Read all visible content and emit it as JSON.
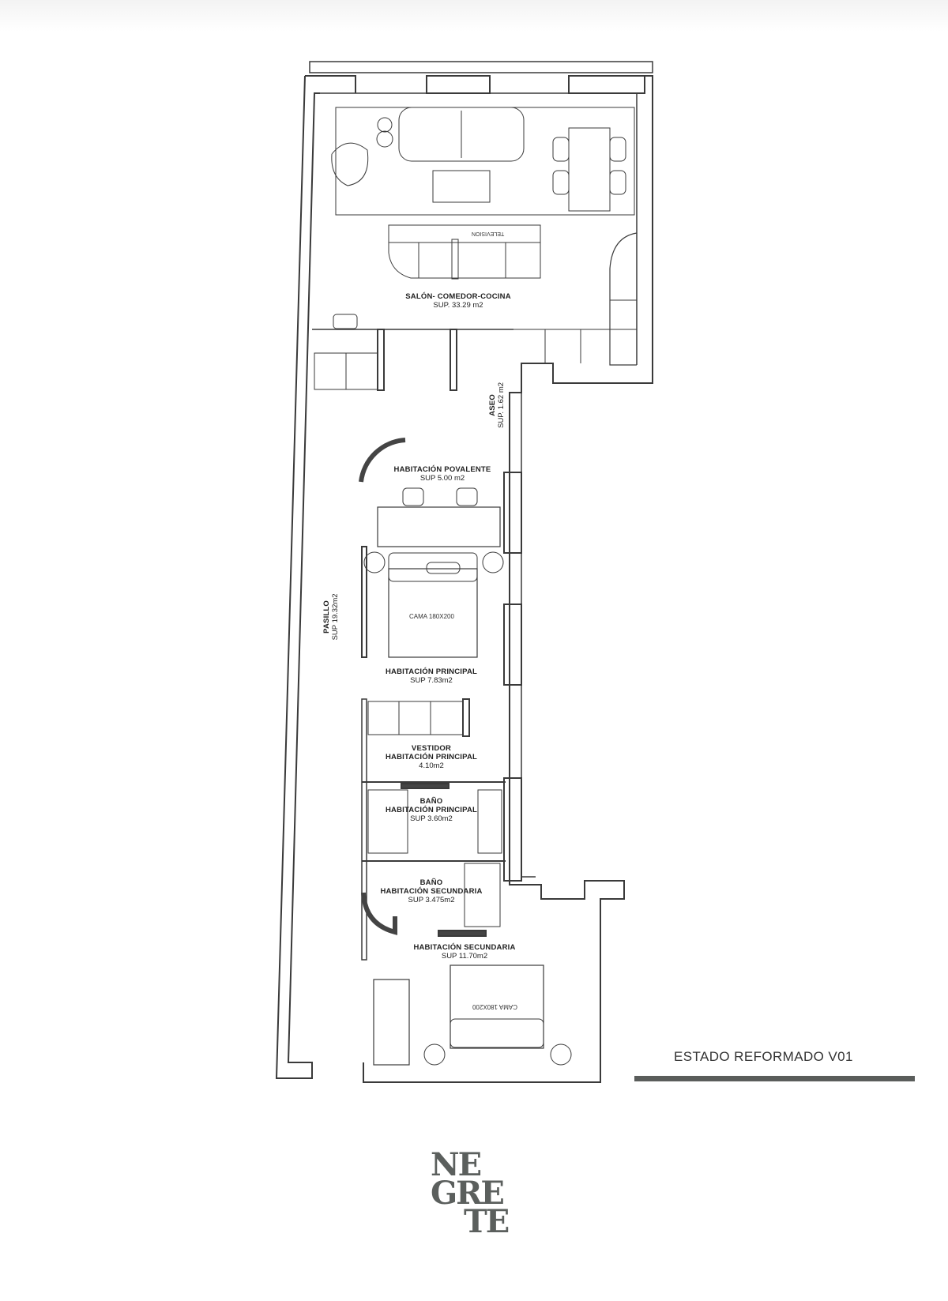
{
  "document": {
    "title": "ESTADO REFORMADO V01",
    "brand_logo": [
      "NE",
      "GRE",
      "TE"
    ],
    "accent_color": "#5a5d5b"
  },
  "rooms": [
    {
      "id": "salon",
      "name": "SALÓN- COMEDOR-COCINA",
      "area": "SUP.  33.29 m2"
    },
    {
      "id": "aseo",
      "name": "ASEO",
      "area": "SUP. 1.62 m2"
    },
    {
      "id": "polivalente",
      "name": "HABITACIÓN POVALENTE",
      "area": "SUP 5.00 m2"
    },
    {
      "id": "pasillo",
      "name": "PASILLO",
      "area": "SUP 19.32m2"
    },
    {
      "id": "principal",
      "name": "HABITACIÓN PRINCIPAL",
      "area": "SUP 7.83m2"
    },
    {
      "id": "vestidor",
      "name": "VESTIDOR",
      "name2": "HABITACIÓN PRINCIPAL",
      "area": "4.10m2"
    },
    {
      "id": "bano_principal",
      "name": "BAÑO",
      "name2": "HABITACIÓN PRINCIPAL",
      "area": "SUP 3.60m2"
    },
    {
      "id": "bano_secundaria",
      "name": "BAÑO",
      "name2": "HABITACIÓN SECUNDARIA",
      "area": "SUP 3.475m2"
    },
    {
      "id": "secundaria",
      "name": "HABITACIÓN SECUNDARIA",
      "area": "SUP 11.70m2"
    }
  ],
  "furniture_labels": {
    "tv": "TELEVISION",
    "bed_principal": "CAMA 180X200",
    "bed_secundaria": "CAMA 180X200"
  }
}
